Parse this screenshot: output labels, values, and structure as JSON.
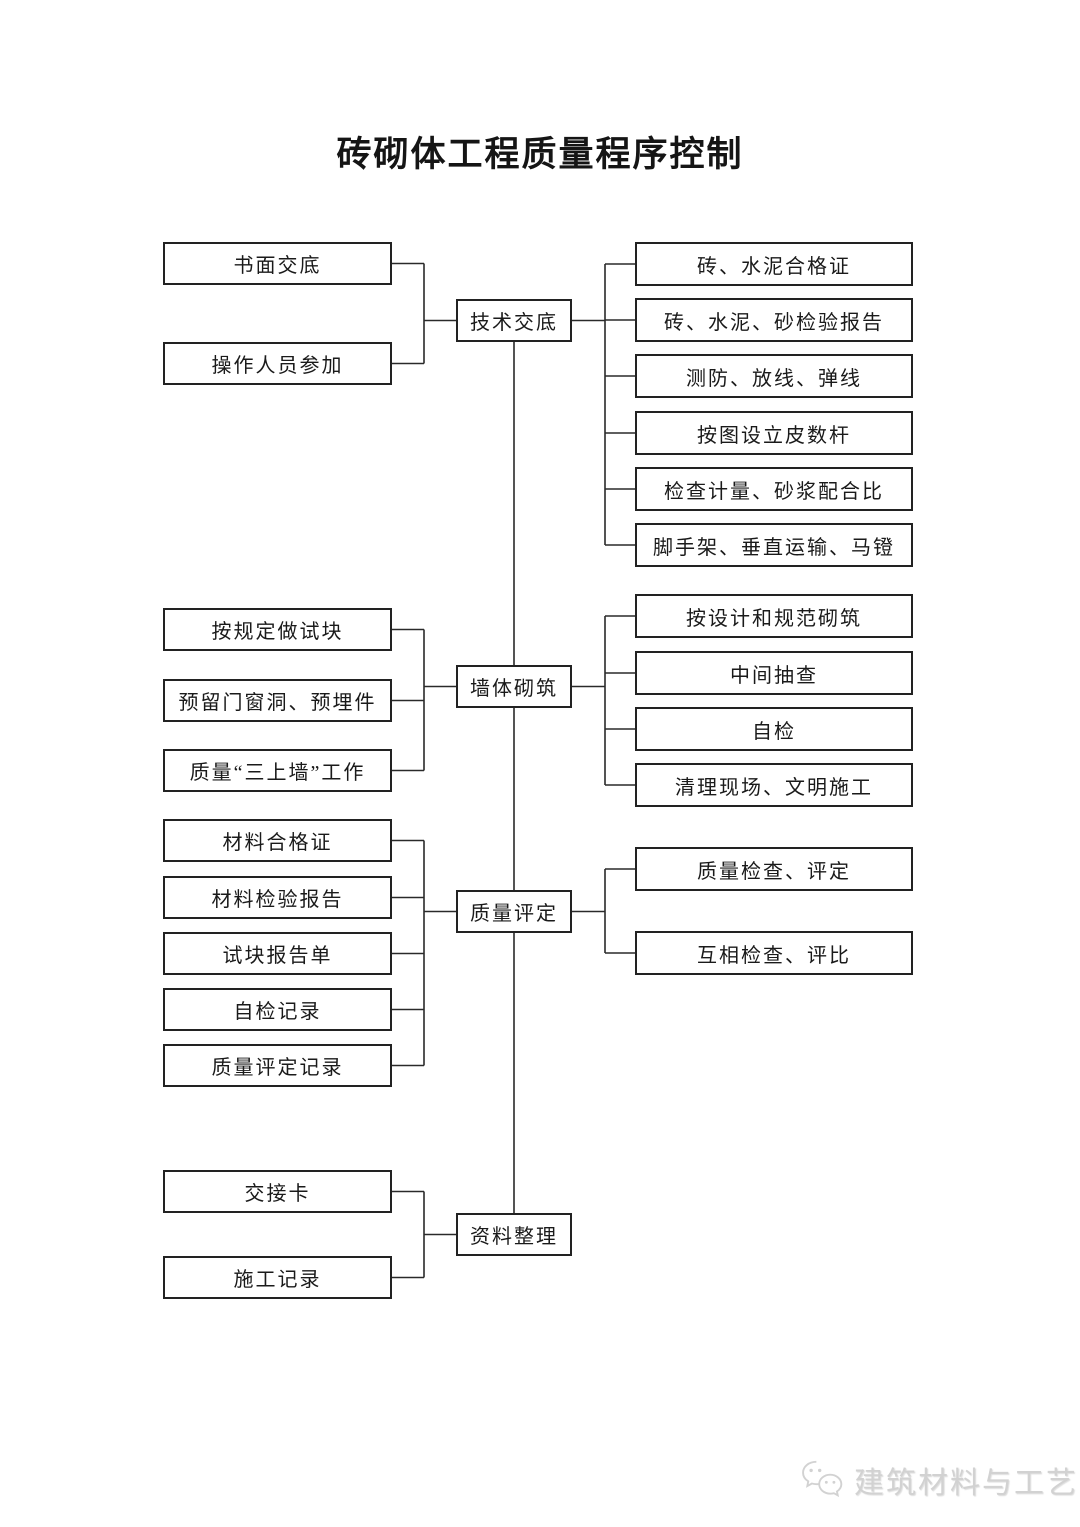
{
  "title": "砖砌体工程质量程序控制",
  "colors": {
    "line": "#2a2a2a",
    "box_border": "#222222",
    "text": "#1a1a1a",
    "watermark": "#d2d2d2"
  },
  "watermark": {
    "text": "建筑材料与工艺",
    "icon": "wechat-icon"
  },
  "flowchart": {
    "sections": [
      {
        "center": "技术交底",
        "left": [
          "书面交底",
          "操作人员参加"
        ],
        "right": [
          "砖、水泥合格证",
          "砖、水泥、砂检验报告",
          "测防、放线、弹线",
          "按图设立皮数杆",
          "检查计量、砂浆配合比",
          "脚手架、垂直运输、马镫"
        ]
      },
      {
        "center": "墙体砌筑",
        "left": [
          "按规定做试块",
          "预留门窗洞、预埋件",
          "质量“三上墙”工作"
        ],
        "right": [
          "按设计和规范砌筑",
          "中间抽查",
          "自检",
          "清理现场、文明施工"
        ]
      },
      {
        "center": "质量评定",
        "left": [
          "材料合格证",
          "材料检验报告",
          "试块报告单",
          "自检记录",
          "质量评定记录"
        ],
        "right": [
          "质量检查、评定",
          "互相检查、评比"
        ]
      },
      {
        "center": "资料整理",
        "left": [
          "交接卡",
          "施工记录"
        ],
        "right": []
      }
    ]
  }
}
